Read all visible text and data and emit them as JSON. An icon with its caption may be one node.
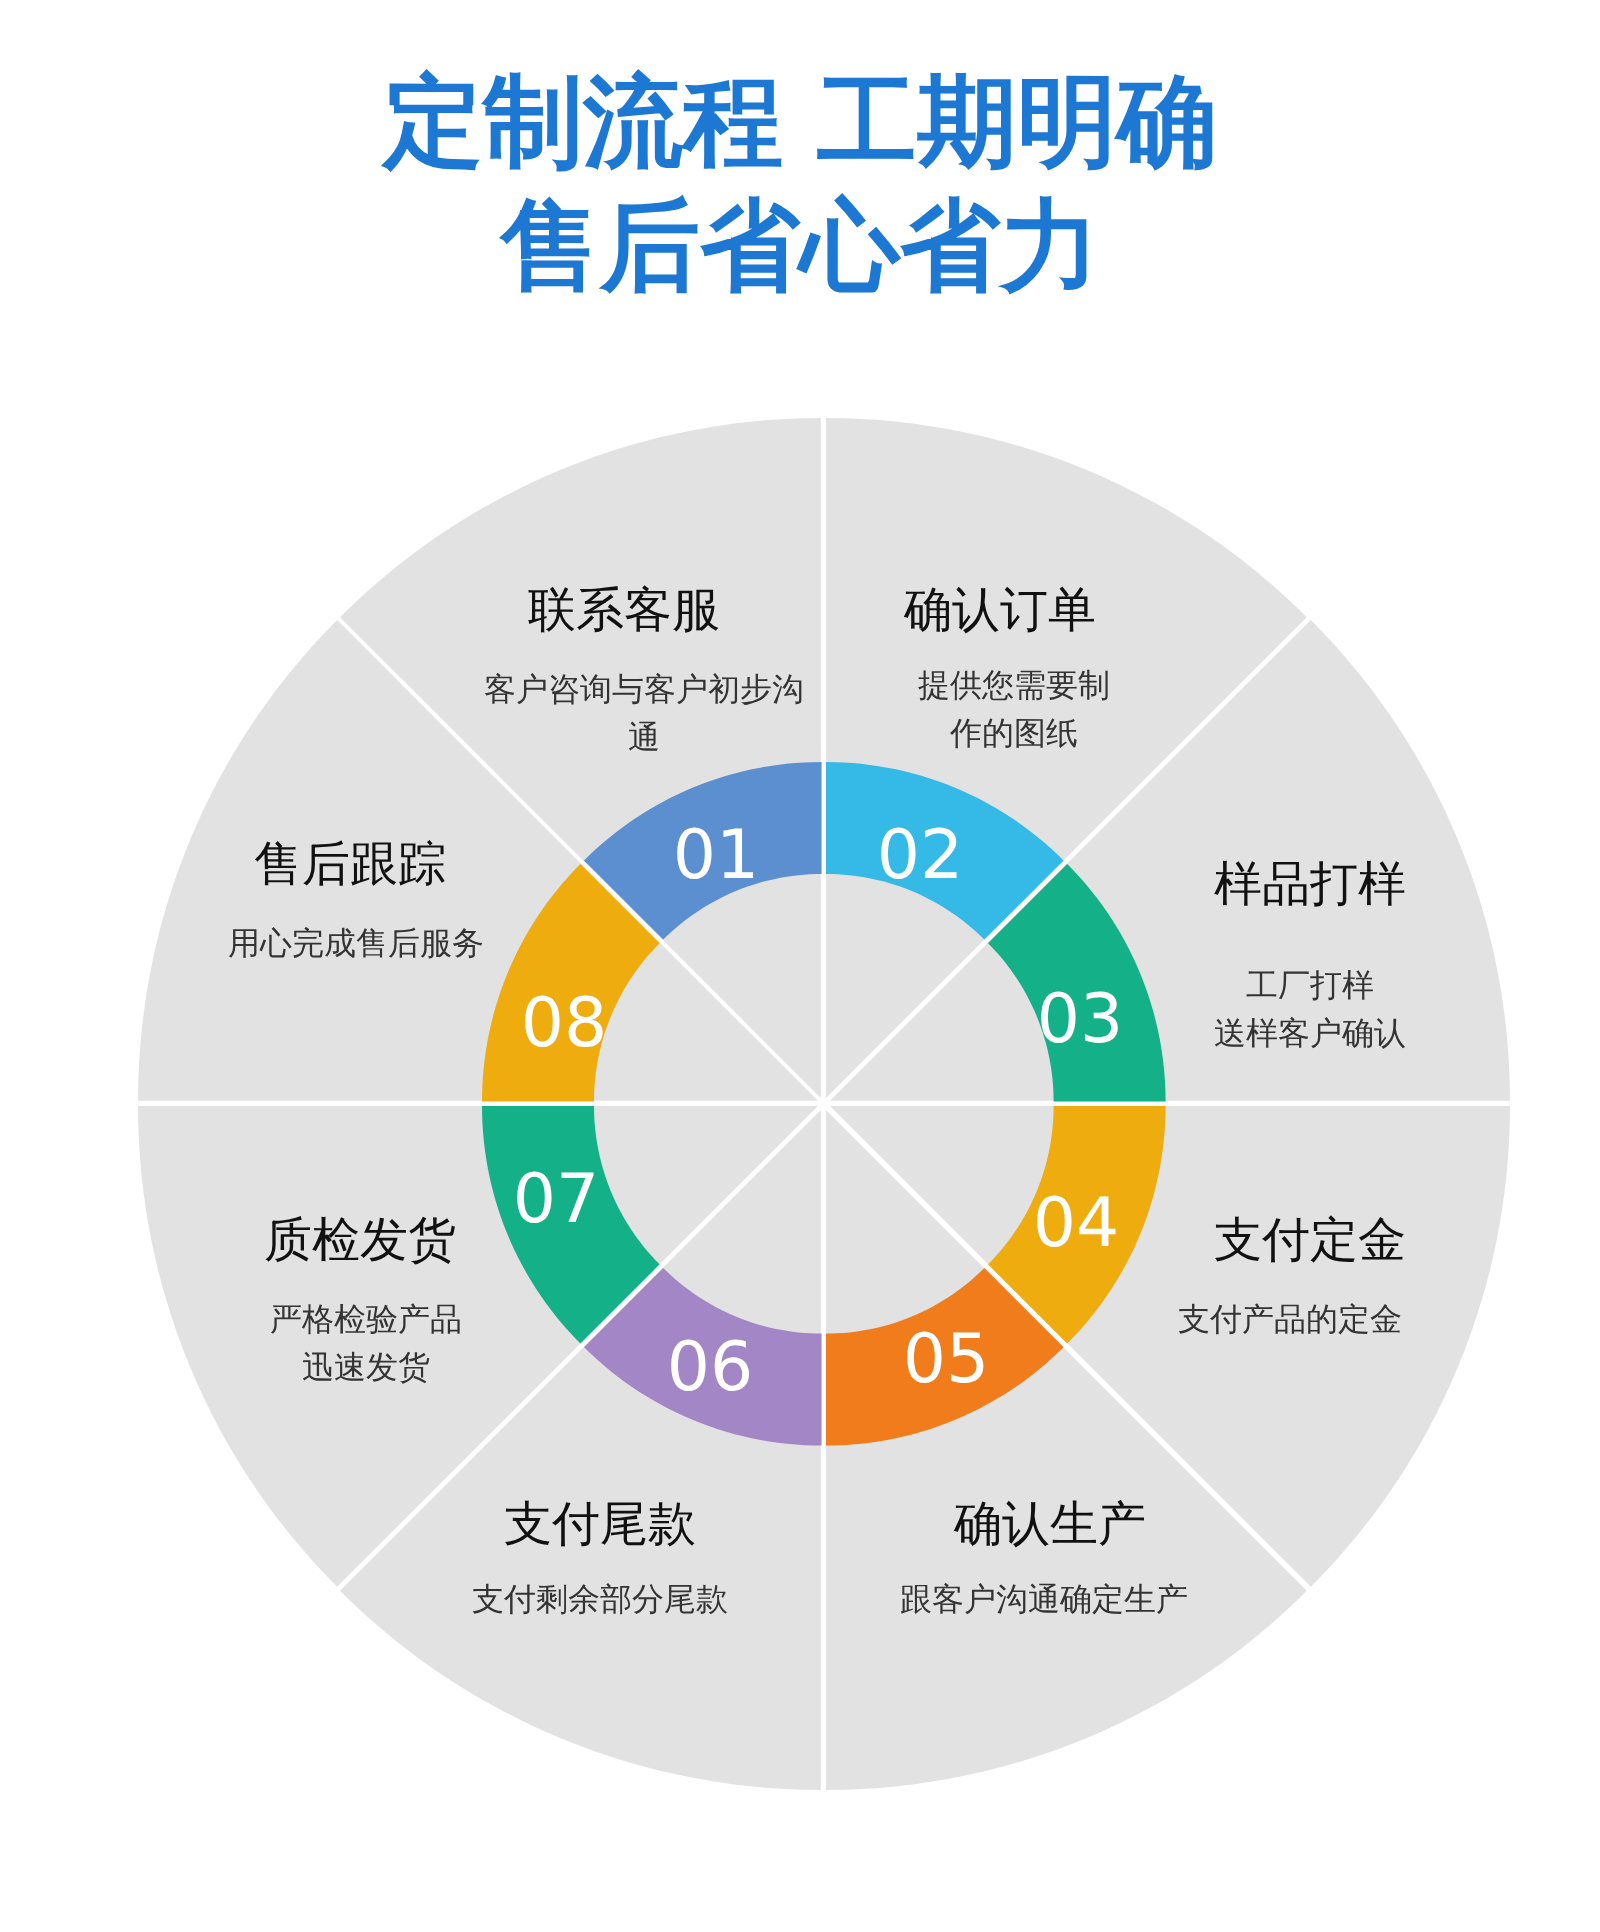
{
  "diagram": {
    "title": "定制流程 工期明确售后省心省力",
    "nodes": [
      {
        "text": [
          "联系客服",
          "客户咨询与客户初步沟通"
        ]
      },
      {
        "text": [
          "01"
        ],
        "in": 0
      },
      {
        "text": [
          "确认订单",
          "提供您需要制作的图纸"
        ]
      },
      {
        "text": [
          "02"
        ],
        "in": 2
      },
      {
        "text": [
          "样品打样",
          "工厂打样",
          "送样客户确认"
        ]
      },
      {
        "text": [
          "03"
        ],
        "in": 4
      },
      {
        "text": [
          "支付定金",
          "支付产品的定金"
        ]
      },
      {
        "text": [
          "04"
        ],
        "in": 6
      },
      {
        "text": [
          "确认生产",
          "跟客户沟通确定生产"
        ]
      },
      {
        "text": [
          "05"
        ],
        "in": 8
      },
      {
        "text": [
          "支付尾款",
          "支付剩余部分尾款"
        ]
      },
      {
        "text": [
          "06"
        ],
        "in": 10
      },
      {
        "text": [
          "质检发货",
          "严格检验产品迅速发货"
        ]
      },
      {
        "text": [
          "07"
        ],
        "in": 12
      },
      {
        "text": [
          "售后跟踪",
          "用心完成售后服务"
        ]
      },
      {
        "text": [
          "08"
        ],
        "in": 14
      }
    ]
  }
}
